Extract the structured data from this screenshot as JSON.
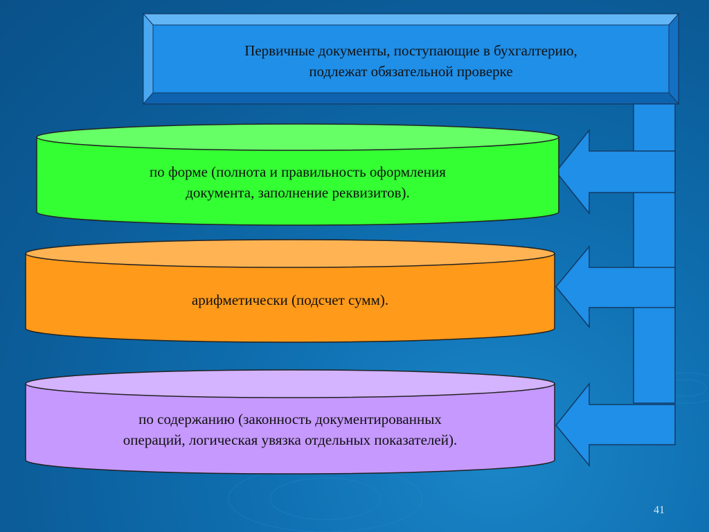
{
  "header": {
    "line1": "Первичные документы, поступающие в бухгалтерию,",
    "line2": "подлежат обязательной проверке"
  },
  "items": [
    {
      "line1": "по форме (полнота и правильность оформления",
      "line2": "документа, заполнение реквизитов).",
      "color": "#33ff33"
    },
    {
      "line1": "арифметически (подсчет сумм).",
      "line2": "",
      "color": "#ff9a1a"
    },
    {
      "line1": "по содержанию (законность документированных",
      "line2": "операций, логическая увязка отдельных показателей).",
      "color": "#c699ff"
    }
  ],
  "colors": {
    "box": "#1f8fe8",
    "arrow": "#1f8fe8"
  },
  "page_number": "41"
}
